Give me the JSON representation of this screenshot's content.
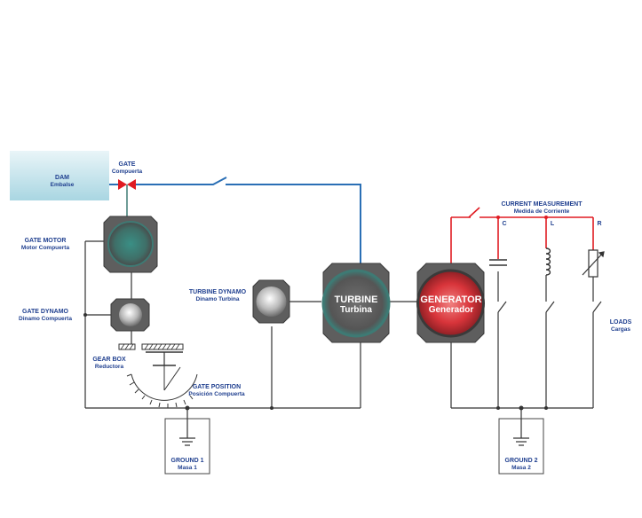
{
  "labels": {
    "dam": {
      "title": "DAM",
      "subtitle": "Embalse"
    },
    "gate": {
      "title": "GATE",
      "subtitle": "Compuerta"
    },
    "gate_motor": {
      "title": "GATE MOTOR",
      "subtitle": "Motor Compuerta"
    },
    "gate_dynamo": {
      "title": "GATE DYNAMO",
      "subtitle": "Dinamo Compuerta"
    },
    "gear_box": {
      "title": "GEAR BOX",
      "subtitle": "Reductora"
    },
    "gate_position": {
      "title": "GATE POSITION",
      "subtitle": "Posición Compuerta"
    },
    "turbine_dynamo": {
      "title": "TURBINE DYNAMO",
      "subtitle": "Dinamo Turbina"
    },
    "turbine": {
      "title": "TURBINE",
      "subtitle": "Turbina"
    },
    "generator": {
      "title": "GENERATOR",
      "subtitle": "Generador"
    },
    "current_measurement": {
      "title": "CURRENT MEASUREMENT",
      "subtitle": "Medida de Corriente"
    },
    "load_c": "C",
    "load_l": "L",
    "load_r": "R",
    "loads": {
      "title": "LOADS",
      "subtitle": "Cargas"
    },
    "ground1": {
      "title": "GROUND 1",
      "subtitle": "Masa 1"
    },
    "ground2": {
      "title": "GROUND 2",
      "subtitle": "Masa 2"
    }
  },
  "colors": {
    "water_line": "#2a6fb5",
    "power_line": "#e01b22",
    "wire": "#333333",
    "label_text": "#1f3f8f",
    "machine_body": "#5e5e5e",
    "valve": "#e01b22",
    "turbine_ring": "#3e7a74",
    "generator_glow": "#d8343a"
  }
}
